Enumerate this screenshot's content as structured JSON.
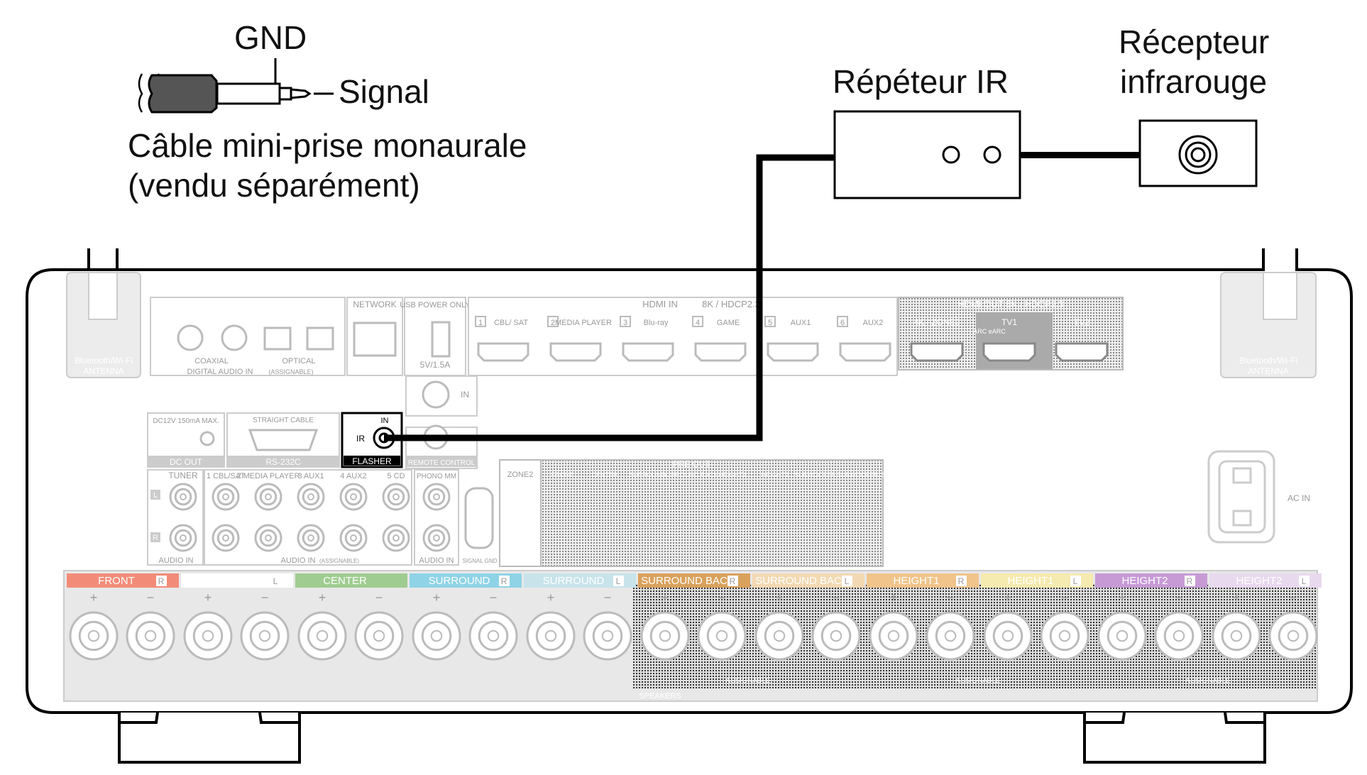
{
  "cable": {
    "gnd": "GND",
    "signal": "Signal",
    "name_line1": "Câble mini-prise monaurale",
    "name_line2": "(vendu séparément)"
  },
  "repeater": {
    "label": "Répéteur IR"
  },
  "receiver": {
    "line1": "Récepteur",
    "line2": "infrarouge"
  },
  "panel": {
    "bt_left": "Bluetooth/Wi-Fi",
    "bt_right": "Bluetooth/Wi-Fi",
    "antenna_left": "ANTENNA",
    "antenna_right": "ANTENNA",
    "digital_audio_in": "DIGITAL AUDIO IN",
    "assignable": "(ASSIGNABLE)",
    "coaxial": "COAXIAL",
    "optical": "OPTICAL",
    "network": "NETWORK",
    "usb": "USB POWER ONLY",
    "usb_rating": "5V/1.5A",
    "hdmi_in": "HDMI IN",
    "hdmi_in_spec": "8K / HDCP2.3",
    "hdmi_out": "HDMI OUT  8K / HDCP2.3",
    "hdmi_inputs": [
      {
        "num": "1",
        "name": "CBL/ SAT"
      },
      {
        "num": "2",
        "name": "MEDIA PLAYER"
      },
      {
        "num": "3",
        "name": "Blu-ray"
      },
      {
        "num": "4",
        "name": "GAME"
      },
      {
        "num": "5",
        "name": "AUX1"
      },
      {
        "num": "6",
        "name": "AUX2"
      }
    ],
    "hdmi_out_ports": [
      "4K / ZONE2",
      "TV1",
      "TV2"
    ],
    "arc": "ARC eARC",
    "dc_out_rating": "DC12V 150mA MAX.",
    "dc_out": "DC OUT",
    "straight_cable": "STRAIGHT CABLE",
    "rs232c": "RS-232C",
    "flasher_in": "IN",
    "flasher_ir": "IR",
    "flasher": "FLASHER",
    "remote_in": "IN",
    "remote_control": "REMOTE CONTROL",
    "tuner": "TUNER",
    "audio_in": "AUDIO IN",
    "phono": "PHONO MM",
    "signal_gnd": "SIGNAL GND",
    "audio_inputs": [
      "1 CBL/SAT",
      "2 MEDIA PLAYER",
      "3 AUX1",
      "4 AUX2",
      "5 CD"
    ],
    "pre_out": "PRE OUT",
    "zone2": "ZONE2",
    "pre_out_channels": [
      "FRONT",
      "CENTER",
      "SURROUND",
      "SURROUND BACK",
      "HEIGHT1",
      "HEIGHT2",
      "SUBWOOFER 1",
      "SUBWOOFER 2"
    ],
    "ac_in": "AC IN",
    "speakers": "SPEAKERS",
    "speaker_assignable": "ASSIGNABLE",
    "speaker_channels": [
      {
        "name": "FRONT",
        "side": "R",
        "color": "#f28c78"
      },
      {
        "name": "FRONT",
        "side": "L",
        "color": "#ffffff"
      },
      {
        "name": "CENTER",
        "side": "",
        "color": "#9fcc90"
      },
      {
        "name": "SURROUND",
        "side": "R",
        "color": "#8fd3e6"
      },
      {
        "name": "SURROUND",
        "side": "L",
        "color": "#c8e3ea"
      },
      {
        "name": "SURROUND BACK",
        "side": "R",
        "color": "#d9a15c"
      },
      {
        "name": "SURROUND BACK",
        "side": "L",
        "color": "#f2d9b3"
      },
      {
        "name": "HEIGHT1",
        "side": "R",
        "color": "#f0c48a"
      },
      {
        "name": "HEIGHT1",
        "side": "L",
        "color": "#f5ebb0"
      },
      {
        "name": "HEIGHT2",
        "side": "R",
        "color": "#c79ad6"
      },
      {
        "name": "HEIGHT2",
        "side": "L",
        "color": "#e8d9ee"
      }
    ]
  }
}
